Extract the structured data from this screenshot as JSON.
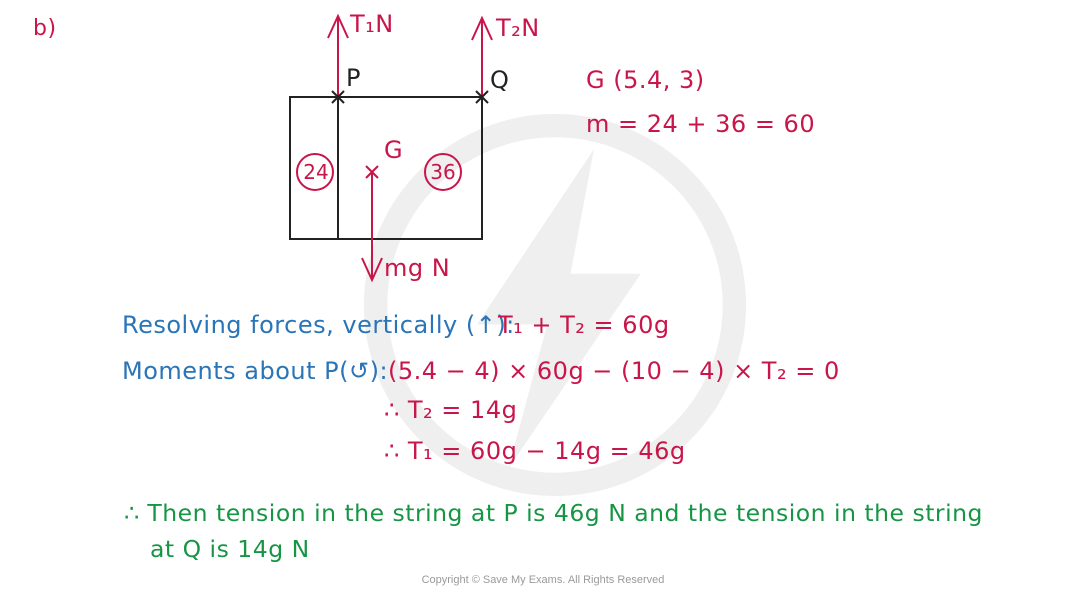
{
  "part_label": "b)",
  "diagram": {
    "tension1_label": "T₁N",
    "tension2_label": "T₂N",
    "point_p": "P",
    "point_q": "Q",
    "point_g": "G",
    "mass_left": "24",
    "mass_right": "36",
    "weight_label": "mg N"
  },
  "given": {
    "centre_of_mass": "G (5.4, 3)",
    "mass_sum": "m = 24 + 36 = 60"
  },
  "working": {
    "resolve_label": "Resolving forces, vertically (↑):",
    "resolve_eq": "T₁ + T₂ = 60g",
    "moments_label": "Moments about P(↺):",
    "moments_eq": "(5.4 − 4) × 60g − (10 − 4) × T₂ = 0",
    "result_t2": "∴ T₂ = 14g",
    "result_t1": "∴ T₁ = 60g − 14g = 46g"
  },
  "conclusion": {
    "line1": "∴ Then tension in the string at P is 46g N and the tension in the string",
    "line2": "at Q is 14g N"
  },
  "copyright": "Copyright © Save My Exams. All Rights Reserved",
  "colors": {
    "red": "#c8154a",
    "blue": "#2a74b8",
    "green": "#169645",
    "black": "#222222"
  }
}
